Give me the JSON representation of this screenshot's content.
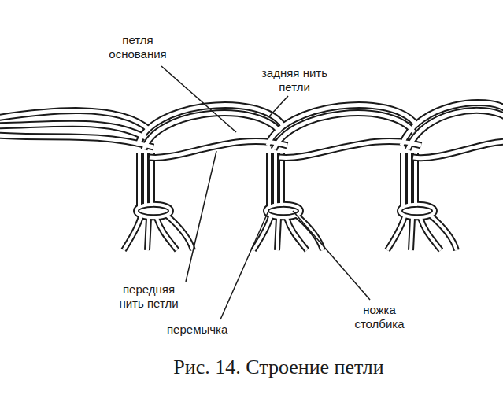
{
  "diagram": {
    "caption": "Рис. 14. Строение петли",
    "labels": [
      "петля основания",
      "задняя нить петли",
      "передняя нить петли",
      "перемычка",
      "ножка столбика"
    ]
  }
}
